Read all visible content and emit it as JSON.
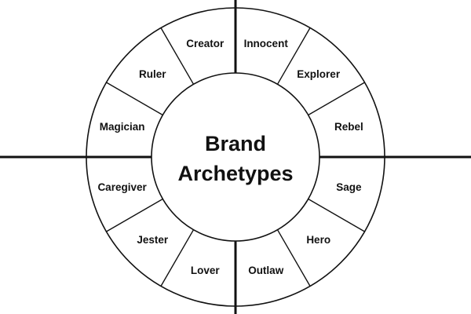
{
  "diagram": {
    "center": {
      "line1": "Brand",
      "line2": "Archetypes"
    },
    "segments": [
      "Innocent",
      "Explorer",
      "Rebel",
      "Sage",
      "Hero",
      "Outlaw",
      "Lover",
      "Jester",
      "Caregiver",
      "Magician",
      "Ruler",
      "Creator"
    ],
    "colors": {
      "line": "#111111",
      "text": "#111111",
      "background": "#ffffff"
    }
  }
}
